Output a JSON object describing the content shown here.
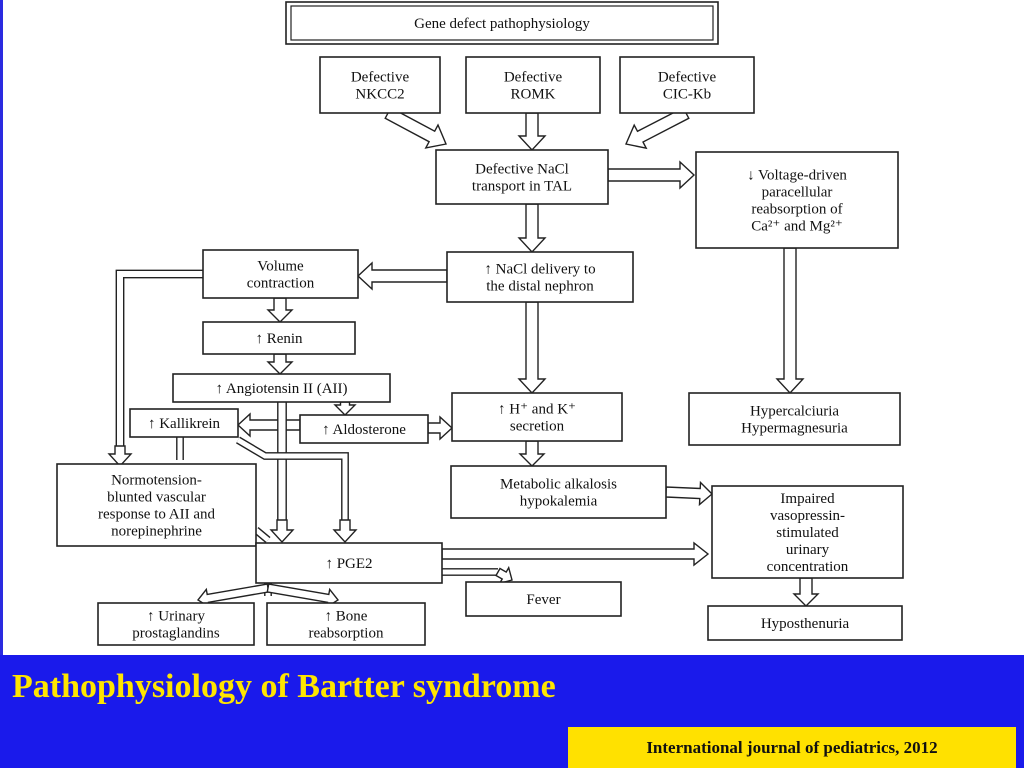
{
  "diagram": {
    "header": "Gene defect pathophysiology",
    "nodes": {
      "nkcc2": [
        "Defective",
        "NKCC2"
      ],
      "romk": [
        "Defective",
        "ROMK"
      ],
      "clckb": [
        "Defective",
        "CIC-Kb"
      ],
      "nacl_transport": [
        "Defective NaCl",
        "transport in TAL"
      ],
      "paracellular": [
        "↓ Voltage-driven",
        "paracellular",
        "reabsorption of",
        "Ca²⁺ and Mg²⁺"
      ],
      "nacl_delivery": [
        "↑ NaCl delivery to",
        "the distal nephron"
      ],
      "volume": [
        "Volume",
        "contraction"
      ],
      "renin": [
        "↑ Renin"
      ],
      "angiotensin": [
        "↑ Angiotensin II (AII)"
      ],
      "kallikrein": [
        "↑ Kallikrein"
      ],
      "aldosterone": [
        "↑ Aldosterone"
      ],
      "hk_secretion": [
        "↑ H⁺ and K⁺",
        "secretion"
      ],
      "alkalosis": [
        "Metabolic alkalosis",
        "hypokalemia"
      ],
      "hypercalciuria": [
        "Hypercalciuria",
        "Hypermagnesuria"
      ],
      "normotension": [
        "Normotension-",
        "blunted vascular",
        "response to AII and",
        "norepinephrine"
      ],
      "pge2": [
        "↑ PGE2"
      ],
      "impaired": [
        "Impaired",
        "vasopressin-",
        "stimulated",
        "urinary",
        "concentration"
      ],
      "fever": [
        "Fever"
      ],
      "urinary_pg": [
        "↑ Urinary",
        "prostaglandins"
      ],
      "bone": [
        "↑ Bone",
        "reabsorption"
      ],
      "hyposthenuria": [
        "Hyposthenuria"
      ]
    }
  },
  "slide": {
    "title": "Pathophysiology of  Bartter syndrome",
    "citation": "International journal of pediatrics, 2012"
  },
  "colors": {
    "band": "#1a1aeb",
    "title": "#ffe500",
    "citation_bg": "#ffe100"
  }
}
